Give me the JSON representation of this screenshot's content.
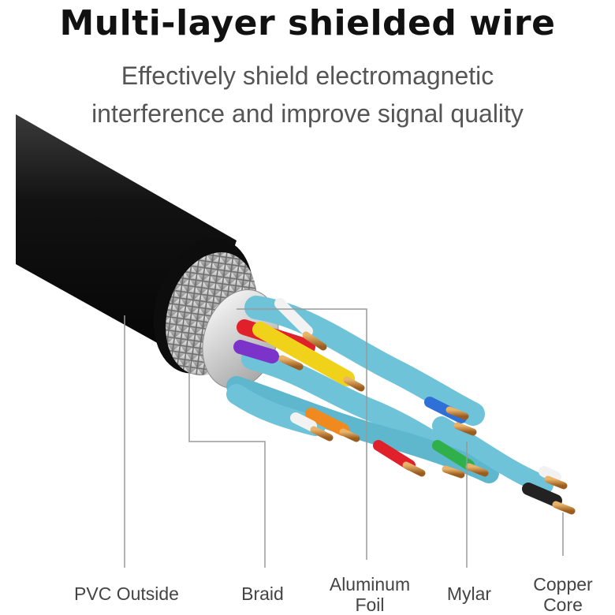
{
  "title": "Multi-layer shielded wire",
  "subtitle_line1": "Effectively shield electromagnetic",
  "subtitle_line2": "interference and improve signal quality",
  "labels": {
    "pvc": "PVC Outside",
    "braid": "Braid",
    "foil_line1": "Aluminum",
    "foil_line2": "Foil",
    "mylar": "Mylar",
    "copper_line1": "Copper",
    "copper_line2": "Core"
  },
  "colors": {
    "jacket": "#1b1b1b",
    "pair_wrap": "#6ec3d8",
    "copper": "#c98b3d",
    "wire_red": "#e0202a",
    "wire_yellow": "#f0d21a",
    "wire_purple": "#7b33c9",
    "wire_orange": "#f08a1e",
    "wire_blue": "#2f6fd8",
    "wire_green": "#2fb04a",
    "wire_black": "#222222",
    "leader_line": "#9a9a9a"
  }
}
